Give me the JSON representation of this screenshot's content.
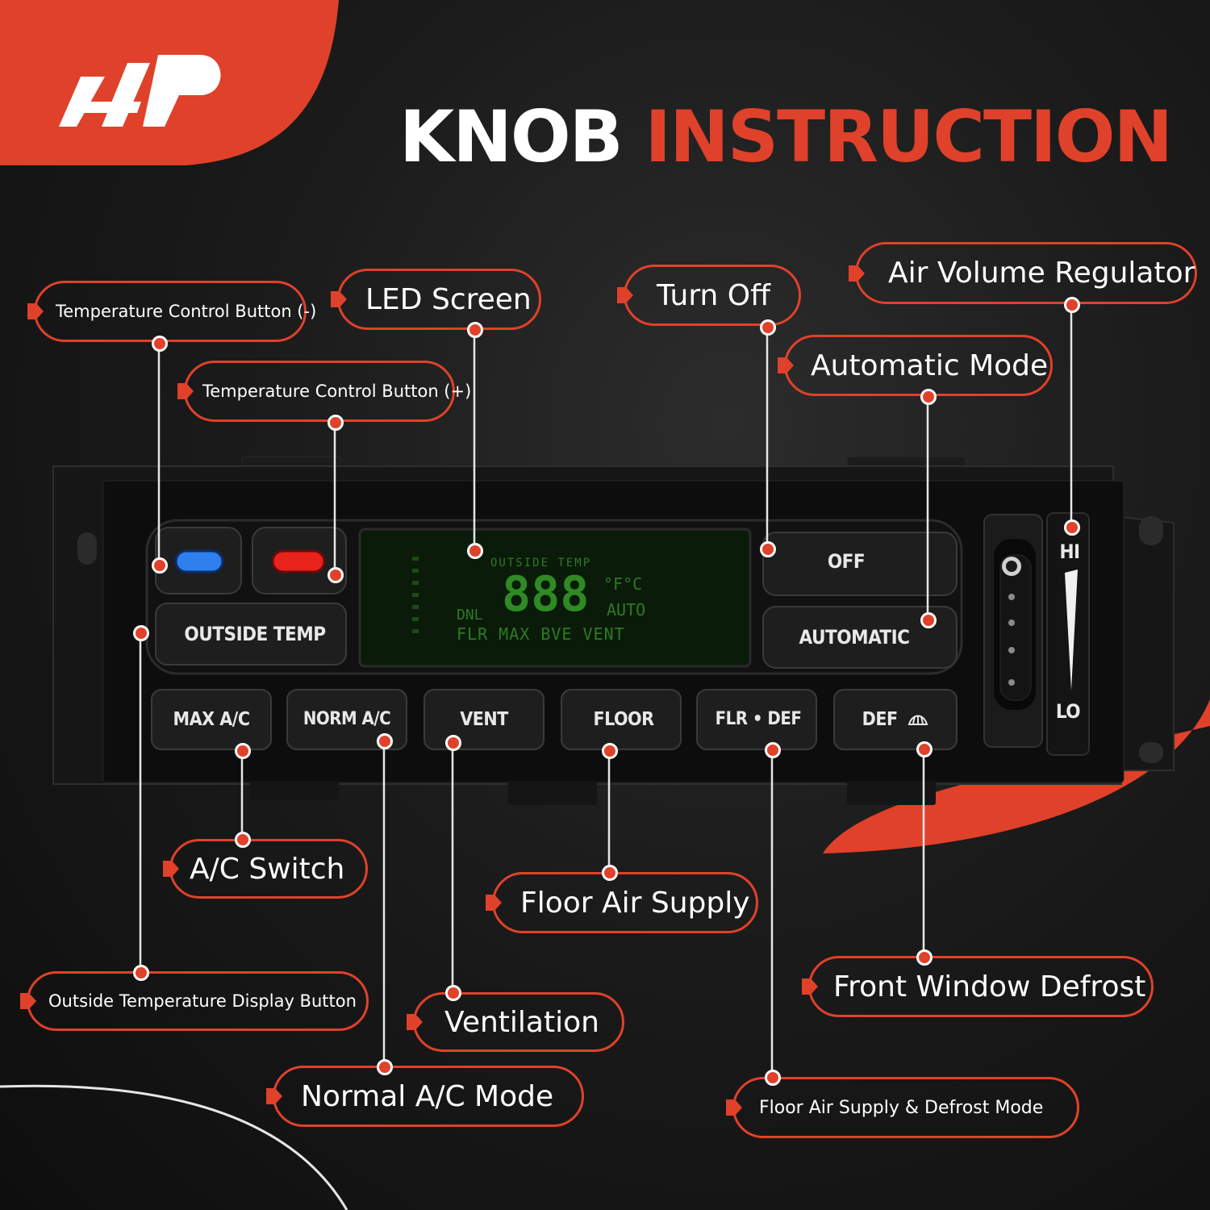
{
  "header": {
    "title_part1": "KNOB",
    "title_part2": "INSTRUCTION",
    "logo_text": "A-P"
  },
  "colors": {
    "accent": "#e0412a",
    "background": "#1b1b1b",
    "text": "#ffffff",
    "lcd": "#2e7a22"
  },
  "callouts": {
    "temp_minus": "Temperature Control Button (-)",
    "led_screen": "LED Screen",
    "turn_off": "Turn Off",
    "air_volume": "Air Volume Regulator",
    "temp_plus": "Temperature Control Button (+)",
    "automatic_mode": "Automatic Mode",
    "ac_switch": "A/C Switch",
    "floor_air": "Floor Air Supply",
    "outside_temp_display": "Outside Temperature Display Button",
    "ventilation": "Ventilation",
    "front_defrost": "Front Window Defrost",
    "normal_ac": "Normal A/C Mode",
    "floor_defrost": "Floor Air Supply & Defrost Mode"
  },
  "panel": {
    "outside_temp": "OUTSIDE TEMP",
    "off": "OFF",
    "automatic": "AUTOMATIC",
    "modes": [
      "MAX A/C",
      "NORM A/C",
      "VENT",
      "FLOOR",
      "FLR • DEF",
      "DEF"
    ],
    "hi": "HI",
    "lo": "LO",
    "lcd_outside_temp": "OUTSIDE TEMP",
    "lcd_digits": "888",
    "lcd_unit": "°F°C",
    "lcd_auto": "AUTO",
    "lcd_dnl": "DNL",
    "lcd_bottom": "FLR MAX BVE VENT"
  }
}
